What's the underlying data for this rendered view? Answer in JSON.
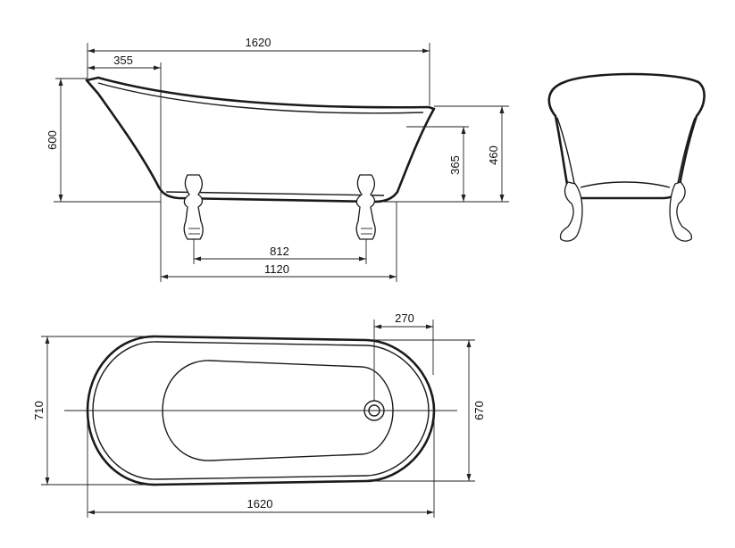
{
  "dimensions": {
    "side_length": "1620",
    "side_headrest_offset": "355",
    "side_total_height": "600",
    "side_rim_height": "460",
    "side_depth": "365",
    "side_feet_inner": "812",
    "side_feet_outer": "1120",
    "top_drain_offset": "270",
    "top_width_outer": "710",
    "top_width_inner": "670",
    "top_length": "1620"
  }
}
